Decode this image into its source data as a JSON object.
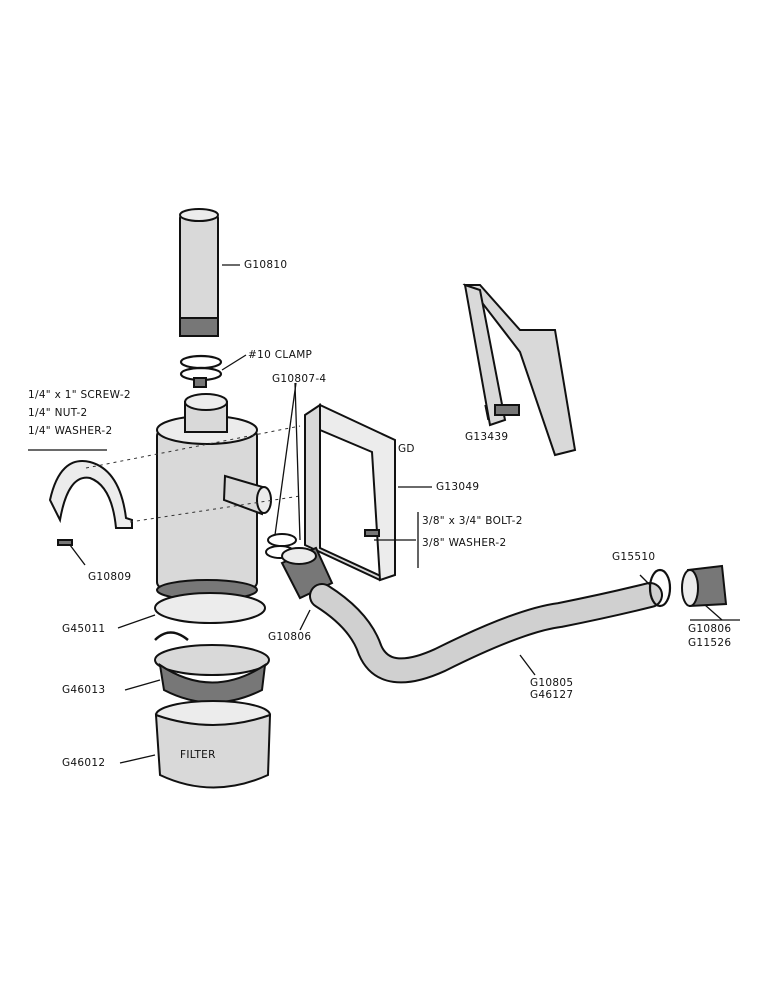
{
  "labels": {
    "g10810": "G10810",
    "clamp": "#10 CLAMP",
    "g10807_4": "G10807-4",
    "screw": "1/4\" x 1\" SCREW-2",
    "nut": "1/4\" NUT-2",
    "washer_left": "1/4\" WASHER-2",
    "g13439": "G13439",
    "g13049": "G13049",
    "bolt": "3/8\" x 3/4\" BOLT-2",
    "washer_right": "3/8\" WASHER-2",
    "g10809": "G10809",
    "g15510": "G15510",
    "g10806_center": "G10806",
    "g10806_right": "G10806",
    "g11526": "G11526",
    "g45011": "G45011",
    "g10805": "G10805",
    "g46127": "G46127",
    "g46013": "G46013",
    "g46012": "G46012",
    "bracket_mark": "GD",
    "cup_stamp": "FILTER"
  }
}
